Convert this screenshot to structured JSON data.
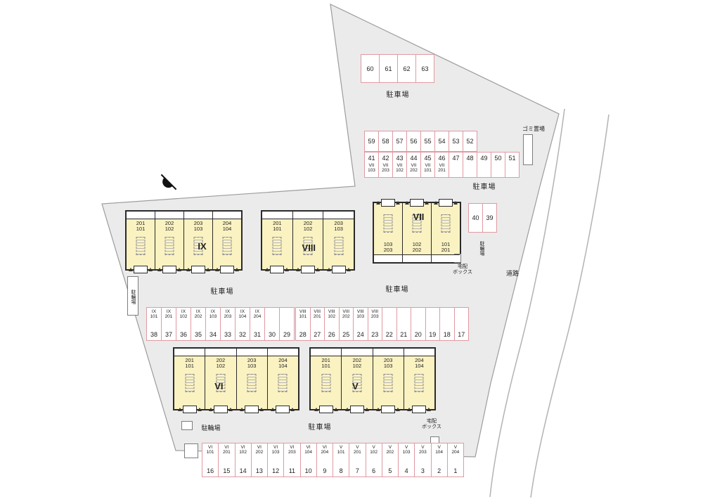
{
  "colors": {
    "site-fill": "#ebebeb",
    "site-stroke": "#9c9c9c",
    "building-fill": "#fbf2c2",
    "building-stroke": "#2a2a2a",
    "parking-border": "#e09aa2",
    "ink": "#222222",
    "road-stroke": "#b3b3b3"
  },
  "labels": {
    "parking": "駐車場",
    "bicycle": "駐輪場",
    "garbage": "ゴミ置場",
    "delivery1": "宅配",
    "delivery2": "ボックス",
    "road": "道路"
  },
  "buildings": {
    "ix": {
      "name": "IX",
      "units": [
        {
          "t": "201",
          "b": "101"
        },
        {
          "t": "202",
          "b": "102"
        },
        {
          "t": "203",
          "b": "103"
        },
        {
          "t": "204",
          "b": "104"
        }
      ]
    },
    "viii": {
      "name": "VIII",
      "units": [
        {
          "t": "201",
          "b": "101"
        },
        {
          "t": "202",
          "b": "102"
        },
        {
          "t": "203",
          "b": "103"
        }
      ]
    },
    "vii": {
      "name": "VII",
      "units": [
        {
          "t": "103",
          "b": "203"
        },
        {
          "t": "102",
          "b": "202"
        },
        {
          "t": "101",
          "b": "201"
        }
      ]
    },
    "vi": {
      "name": "VI",
      "units": [
        {
          "t": "201",
          "b": "101"
        },
        {
          "t": "202",
          "b": "102"
        },
        {
          "t": "203",
          "b": "103"
        },
        {
          "t": "204",
          "b": "104"
        }
      ]
    },
    "v": {
      "name": "V",
      "units": [
        {
          "t": "201",
          "b": "101"
        },
        {
          "t": "202",
          "b": "102"
        },
        {
          "t": "203",
          "b": "103"
        },
        {
          "t": "204",
          "b": "104"
        }
      ]
    }
  },
  "parking": {
    "top": [
      {
        "n": "60"
      },
      {
        "n": "61"
      },
      {
        "n": "62"
      },
      {
        "n": "63"
      }
    ],
    "upper_a": [
      {
        "n": "59"
      },
      {
        "n": "58"
      },
      {
        "n": "57"
      },
      {
        "n": "56"
      },
      {
        "n": "55"
      },
      {
        "n": "54"
      },
      {
        "n": "53"
      },
      {
        "n": "52"
      }
    ],
    "upper_b": [
      {
        "n": "41",
        "bld": "VII",
        "unit": "103"
      },
      {
        "n": "42",
        "bld": "VII",
        "unit": "203"
      },
      {
        "n": "43",
        "bld": "VII",
        "unit": "102"
      },
      {
        "n": "44",
        "bld": "VII",
        "unit": "202"
      },
      {
        "n": "45",
        "bld": "VII",
        "unit": "101"
      },
      {
        "n": "46",
        "bld": "VII",
        "unit": "201"
      },
      {
        "n": "47"
      },
      {
        "n": "48"
      },
      {
        "n": "49"
      },
      {
        "n": "50"
      },
      {
        "n": "51"
      }
    ],
    "side": [
      {
        "n": "40"
      },
      {
        "n": "39"
      }
    ],
    "mid_left": [
      {
        "n": "38",
        "bld": "IX",
        "unit": "101"
      },
      {
        "n": "37",
        "bld": "IX",
        "unit": "201"
      },
      {
        "n": "36",
        "bld": "IX",
        "unit": "102"
      },
      {
        "n": "35",
        "bld": "IX",
        "unit": "202"
      },
      {
        "n": "34",
        "bld": "IX",
        "unit": "103"
      },
      {
        "n": "33",
        "bld": "IX",
        "unit": "203"
      },
      {
        "n": "32",
        "bld": "IX",
        "unit": "104"
      },
      {
        "n": "31",
        "bld": "IX",
        "unit": "204"
      },
      {
        "n": "30"
      },
      {
        "n": "29"
      }
    ],
    "mid_right": [
      {
        "n": "28",
        "bld": "VIII",
        "unit": "101"
      },
      {
        "n": "27",
        "bld": "VIII",
        "unit": "201"
      },
      {
        "n": "26",
        "bld": "VIII",
        "unit": "102"
      },
      {
        "n": "25",
        "bld": "VIII",
        "unit": "202"
      },
      {
        "n": "24",
        "bld": "VIII",
        "unit": "103"
      },
      {
        "n": "23",
        "bld": "VIII",
        "unit": "203"
      },
      {
        "n": "22"
      },
      {
        "n": "21"
      },
      {
        "n": "20"
      },
      {
        "n": "19"
      },
      {
        "n": "18"
      },
      {
        "n": "17"
      }
    ],
    "bottom": [
      {
        "n": "16",
        "bld": "VI",
        "unit": "101"
      },
      {
        "n": "15",
        "bld": "VI",
        "unit": "201"
      },
      {
        "n": "14",
        "bld": "VI",
        "unit": "102"
      },
      {
        "n": "13",
        "bld": "VI",
        "unit": "202"
      },
      {
        "n": "12",
        "bld": "VI",
        "unit": "103"
      },
      {
        "n": "11",
        "bld": "VI",
        "unit": "203"
      },
      {
        "n": "10",
        "bld": "VI",
        "unit": "104"
      },
      {
        "n": "9",
        "bld": "VI",
        "unit": "204"
      },
      {
        "n": "8",
        "bld": "V",
        "unit": "101"
      },
      {
        "n": "7",
        "bld": "V",
        "unit": "201"
      },
      {
        "n": "6",
        "bld": "V",
        "unit": "102"
      },
      {
        "n": "5",
        "bld": "V",
        "unit": "202"
      },
      {
        "n": "4",
        "bld": "V",
        "unit": "103"
      },
      {
        "n": "3",
        "bld": "V",
        "unit": "203"
      },
      {
        "n": "2",
        "bld": "V",
        "unit": "104"
      },
      {
        "n": "1",
        "bld": "V",
        "unit": "204"
      }
    ]
  }
}
